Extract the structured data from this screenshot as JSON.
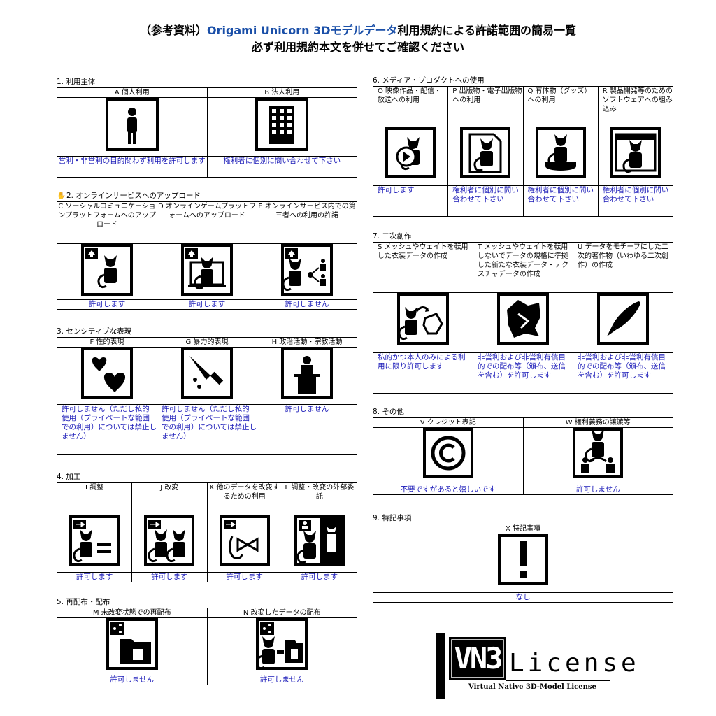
{
  "header": {
    "title_prefix": "（参考資料）",
    "title_brand": "Origami Unicorn 3Dモデルデータ",
    "title_suffix": "利用規約による許諾範囲の簡易一覧",
    "subtitle": "必ず利用規約本文を併せてご確認ください"
  },
  "sections": {
    "s1": {
      "title": "1. 利用主体",
      "items": [
        {
          "label": "A 個人利用",
          "value": "営利・非営利の目的問わず利用を許可します",
          "icon": "person-icon"
        },
        {
          "label": "B 法人利用",
          "value": "権利者に個別に問い合わせて下さい",
          "icon": "building-icon"
        }
      ]
    },
    "s2": {
      "title": "2. オンラインサービスへのアップロード",
      "items": [
        {
          "label": "C ソーシャルコミュニケーションプラットフォームへのアップロード",
          "value": "許可します",
          "icon": "upload-avatar-icon"
        },
        {
          "label": "D オンラインゲームプラットフォームへのアップロード",
          "value": "許可します",
          "icon": "upload-screen-icon"
        },
        {
          "label": "E オンラインサービス内での第三者への利用の許諾",
          "value": "許可しません",
          "icon": "share-users-icon"
        }
      ]
    },
    "s3": {
      "title": "3. センシティブな表現",
      "items": [
        {
          "label": "F 性的表現",
          "value": "許可しません（ただし私的使用（プライベートな範囲での利用）については禁止しません）",
          "icon": "hearts-icon"
        },
        {
          "label": "G 暴力的表現",
          "value": "許可しません（ただし私的使用（プライベートな範囲での利用）については禁止しません）",
          "icon": "knife-icon"
        },
        {
          "label": "H 政治活動・宗教活動",
          "value": "許可しません",
          "icon": "podium-icon"
        }
      ]
    },
    "s4": {
      "title": "4. 加工",
      "items": [
        {
          "label": "I 調整",
          "value": "許可します",
          "icon": "adjust-icon"
        },
        {
          "label": "J 改変",
          "value": "許可します",
          "icon": "modify-icon"
        },
        {
          "label": "K 他のデータを改変するための利用",
          "value": "許可します",
          "icon": "ribbon-icon"
        },
        {
          "label": "L 調整・改変の外部委託",
          "value": "許可します",
          "icon": "outsource-icon"
        }
      ]
    },
    "s5": {
      "title": "5. 再配布・配布",
      "items": [
        {
          "label": "M 未改変状態での再配布",
          "value": "許可しません",
          "icon": "redistribute-icon"
        },
        {
          "label": "N 改変したデータの配布",
          "value": "許可しません",
          "icon": "distribute-modified-icon"
        }
      ]
    },
    "s6": {
      "title": "6. メディア・プロダクトへの使用",
      "items": [
        {
          "label": "O 映像作品・配信・放送への利用",
          "value": "許可します",
          "icon": "video-icon"
        },
        {
          "label": "P 出版物・電子出版物への利用",
          "value": "権利者に個別に問い合わせて下さい",
          "icon": "document-icon"
        },
        {
          "label": "Q 有体物（グッズ）への利用",
          "value": "権利者に個別に問い合わせて下さい",
          "icon": "figure-icon"
        },
        {
          "label": "R 製品開発等のためのソフトウェアへの組み込み",
          "value": "権利者に個別に問い合わせて下さい",
          "icon": "software-window-icon"
        }
      ]
    },
    "s7": {
      "title": "7. 二次創作",
      "items": [
        {
          "label": "S メッシュやウェイトを転用した衣装データの作成",
          "value": "私的かつ本人のみによる利用に限り許可します",
          "icon": "costume-icon"
        },
        {
          "label": "T メッシュやウェイトを転用しないでデータの規格に準拠した新たな衣装データ・テクスチャデータの作成",
          "value": "非営利および非営利有償目的での配布等（頒布、送信を含む）を許可します",
          "icon": "cloth-icon"
        },
        {
          "label": "U データをモチーフにした二次的著作物（いわゆる二次創作）の作成",
          "value": "非営利および非営利有償目的での配布等（頒布、送信を含む）を許可します",
          "icon": "pen-icon"
        }
      ]
    },
    "s8": {
      "title": "8. その他",
      "items": [
        {
          "label": "V クレジット表記",
          "value": "不要ですがあると嬉しいです",
          "icon": "copyright-icon"
        },
        {
          "label": "W 権利義務の譲渡等",
          "value": "許可しません",
          "icon": "transfer-icon"
        }
      ]
    },
    "s9": {
      "title": "9. 特記事項",
      "items": [
        {
          "label": "X 特記事項",
          "value": "なし",
          "icon": "exclamation-icon"
        }
      ]
    }
  },
  "logo": {
    "mark": "VN3",
    "word": "License",
    "tagline": "Virtual Native 3D-Model License"
  },
  "colors": {
    "brand": "#1a4fa8",
    "value_text": "#1a1ab8",
    "border": "#000000"
  }
}
